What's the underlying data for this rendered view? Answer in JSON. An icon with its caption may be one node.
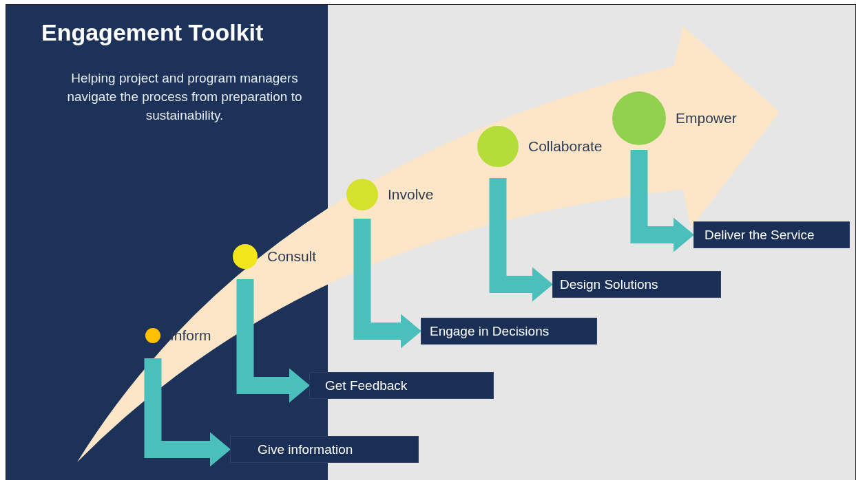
{
  "diagram": {
    "title": "Engagement Toolkit",
    "nodes": [
      {
        "text": [
          "Inform"
        ]
      },
      {
        "text": [
          "Consult"
        ]
      },
      {
        "text": [
          "Involve"
        ]
      },
      {
        "text": [
          "Collaborate"
        ]
      },
      {
        "text": [
          "Empower"
        ]
      },
      {
        "text": [
          "Give information"
        ]
      },
      {
        "text": [
          "Get Feedback"
        ]
      },
      {
        "text": [
          "Engage in Decisions"
        ]
      },
      {
        "text": [
          "Design Solutions"
        ]
      },
      {
        "text": [
          "Deliver the Service"
        ]
      }
    ],
    "edges": [
      {
        "from": 0,
        "to": 5,
        "arrow": "to",
        "style": "thick"
      },
      {
        "from": 1,
        "to": 6,
        "arrow": "to",
        "style": "thick"
      },
      {
        "from": 2,
        "to": 7,
        "arrow": "to",
        "style": "thick"
      },
      {
        "from": 3,
        "to": 8,
        "arrow": "to",
        "style": "thick"
      },
      {
        "from": 4,
        "to": 9,
        "arrow": "to",
        "style": "thick"
      }
    ],
    "labels": [
      "Helping project and program managers navigate the process from preparation to sustainability."
    ]
  }
}
